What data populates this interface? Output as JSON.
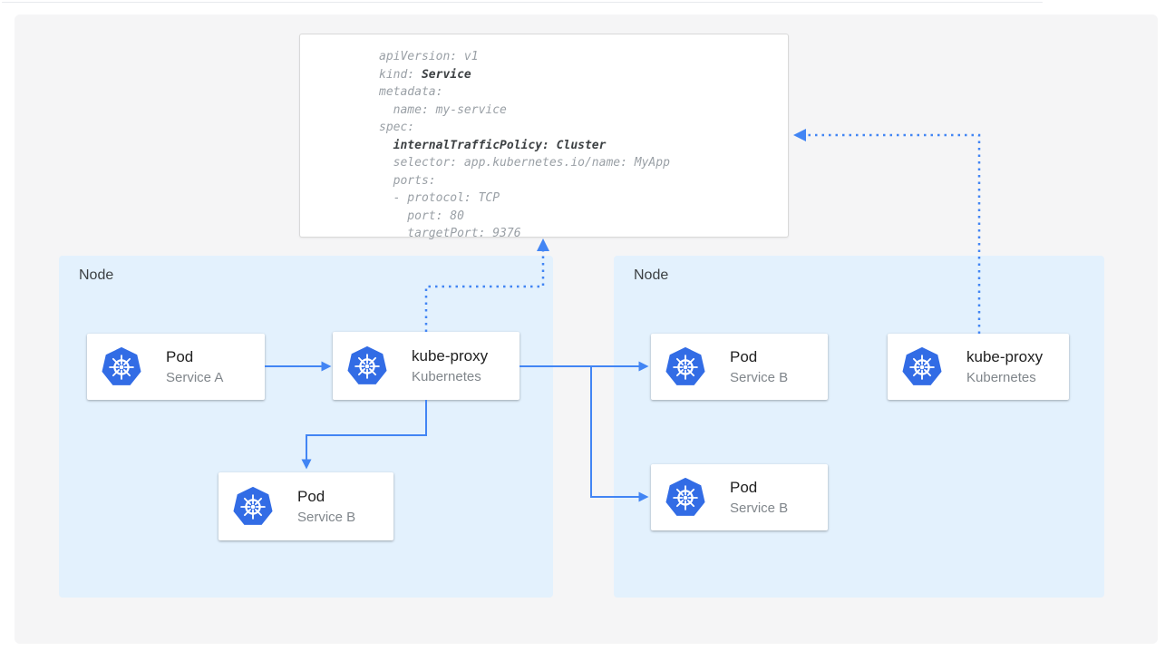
{
  "colors": {
    "accent-blue": "#4285f4",
    "kubernetes-blue": "#326ce5",
    "node-bg": "#e3f1fd",
    "canvas-bg": "#f5f5f6",
    "yaml-gray": "#9aa0a6",
    "yaml-dark": "#3c4043"
  },
  "yaml_card": {
    "lines": [
      {
        "text": "apiVersion: v1"
      },
      {
        "text": "kind: ",
        "bold": "Service"
      },
      {
        "text": "metadata:"
      },
      {
        "text": "  name: my-service"
      },
      {
        "text": "spec:"
      },
      {
        "text": "  ",
        "bold": "internalTrafficPolicy: Cluster"
      },
      {
        "text": "  selector: app.kubernetes.io/name: MyApp"
      },
      {
        "text": "  ports:"
      },
      {
        "text": "  - protocol: TCP"
      },
      {
        "text": "    port: 80"
      },
      {
        "text": "    targetPort: 9376"
      }
    ]
  },
  "nodes": {
    "left": {
      "label": "Node"
    },
    "right": {
      "label": "Node"
    }
  },
  "cards": {
    "pod_a": {
      "title": "Pod",
      "subtitle": "Service A",
      "icon": "kubernetes-helm-icon"
    },
    "kube_proxy_left": {
      "title": "kube-proxy",
      "subtitle": "Kubernetes",
      "icon": "kubernetes-helm-icon"
    },
    "pod_b_left": {
      "title": "Pod",
      "subtitle": "Service B",
      "icon": "kubernetes-helm-icon"
    },
    "pod_b_right_top": {
      "title": "Pod",
      "subtitle": "Service B",
      "icon": "kubernetes-helm-icon"
    },
    "pod_b_right_bottom": {
      "title": "Pod",
      "subtitle": "Service B",
      "icon": "kubernetes-helm-icon"
    },
    "kube_proxy_right": {
      "title": "kube-proxy",
      "subtitle": "Kubernetes",
      "icon": "kubernetes-helm-icon"
    }
  },
  "connectors": [
    {
      "from": "pod-service-a",
      "to": "kube-proxy-left",
      "style": "solid"
    },
    {
      "from": "kube-proxy-left",
      "to": "pod-service-b-left",
      "style": "solid"
    },
    {
      "from": "kube-proxy-left",
      "to": "pod-service-b-right-top",
      "style": "solid"
    },
    {
      "from": "kube-proxy-left",
      "to": "pod-service-b-right-bottom",
      "style": "solid"
    },
    {
      "from": "kube-proxy-left",
      "to": "service-yaml-card",
      "style": "dotted"
    },
    {
      "from": "kube-proxy-right",
      "to": "service-yaml-card",
      "style": "dotted"
    }
  ]
}
